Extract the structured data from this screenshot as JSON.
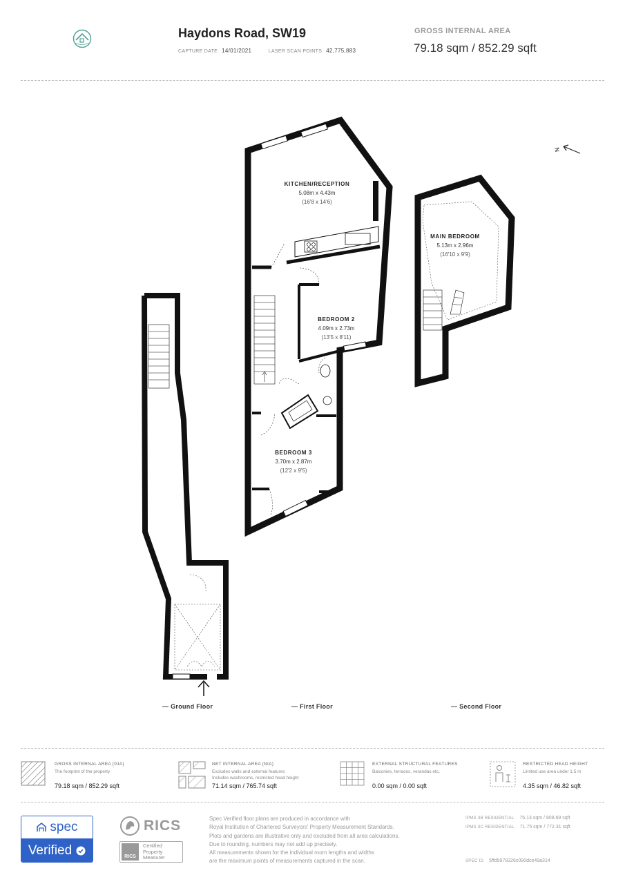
{
  "header": {
    "title": "Haydons Road, SW19",
    "capture_label": "CAPTURE DATE",
    "capture_value": "14/01/2021",
    "scan_label": "LASER SCAN POINTS",
    "scan_value": "42,775,883",
    "gia_label": "GROSS INTERNAL AREA",
    "gia_value": "79.18 sqm / 852.29 sqft"
  },
  "compass": {
    "label": "N"
  },
  "rooms": {
    "kitchen": {
      "name": "KITCHEN/RECEPTION",
      "metric": "5.08m x 4.43m",
      "imperial": "(16'8 x 14'6)"
    },
    "bedroom2": {
      "name": "BEDROOM 2",
      "metric": "4.09m x 2.73m",
      "imperial": "(13'5 x 8'11)"
    },
    "bedroom3": {
      "name": "BEDROOM 3",
      "metric": "3.70m x 2.87m",
      "imperial": "(12'2 x 9'5)"
    },
    "main_bedroom": {
      "name": "MAIN BEDROOM",
      "metric": "5.13m x 2.96m",
      "imperial": "(16'10 x 9'9)"
    }
  },
  "floors": {
    "ground": "Ground Floor",
    "first": "First Floor",
    "second": "Second Floor"
  },
  "legend": [
    {
      "title": "GROSS INTERNAL AREA (GIA)",
      "desc": [
        "The footprint of the property"
      ],
      "value": "79.18 sqm / 852.29 sqft"
    },
    {
      "title": "NET INTERNAL AREA (NIA)",
      "desc": [
        "Excludes walls and external features",
        "Includes washrooms, restricted head height"
      ],
      "value": "71.14 sqm / 765.74 sqft"
    },
    {
      "title": "EXTERNAL STRUCTURAL FEATURES",
      "desc": [
        "Balconies, terraces, verandas etc."
      ],
      "value": "0.00 sqm / 0.00 sqft"
    },
    {
      "title": "RESTRICTED HEAD HEIGHT",
      "desc": [
        "Limited use area under 1.5 m"
      ],
      "value": "4.35 sqm / 46.82 sqft"
    }
  ],
  "footer": {
    "spec_logo": "spec",
    "verified": "Verified",
    "rics_logo": "RICS",
    "rics_badge_small": "RICS",
    "rics_certified": [
      "Certified",
      "Property",
      "Measurer"
    ],
    "disclaimer": [
      "Spec Verified floor plans are produced in accordance with",
      "Royal Institution of Chartered Surveyors' Property Measurement Standards.",
      "Plots and gardens are illustrative only and excluded from all area calculations.",
      "Due to rounding, numbers may not add up precisely.",
      "All measurements shown for the individual room lengths and widths",
      "are the maximum points of measurements captured in the scan."
    ],
    "ipms3b_label": "IPMS 3B RESIDENTIAL",
    "ipms3b_value": "75.13 sqm / 808.69 sqft",
    "ipms3c_label": "IPMS 3C RESIDENTIAL",
    "ipms3c_value": "71.75 sqm / 772.31 sqft",
    "spec_id_label": "SPEC ID",
    "spec_id_value": "5ffd9978326c090dce49a314"
  },
  "colors": {
    "wall": "#111111",
    "accent_teal": "#4f9e94",
    "spec_blue": "#2f62c7",
    "text": "#222222",
    "muted": "#999999"
  },
  "icons": [
    "house-logo-icon",
    "compass-arrow-icon",
    "entrance-arrow-icon",
    "hatch-gia-icon",
    "nia-icon",
    "grid-icon",
    "person-icon",
    "spec-house-icon",
    "check-icon",
    "rics-lion-icon"
  ]
}
